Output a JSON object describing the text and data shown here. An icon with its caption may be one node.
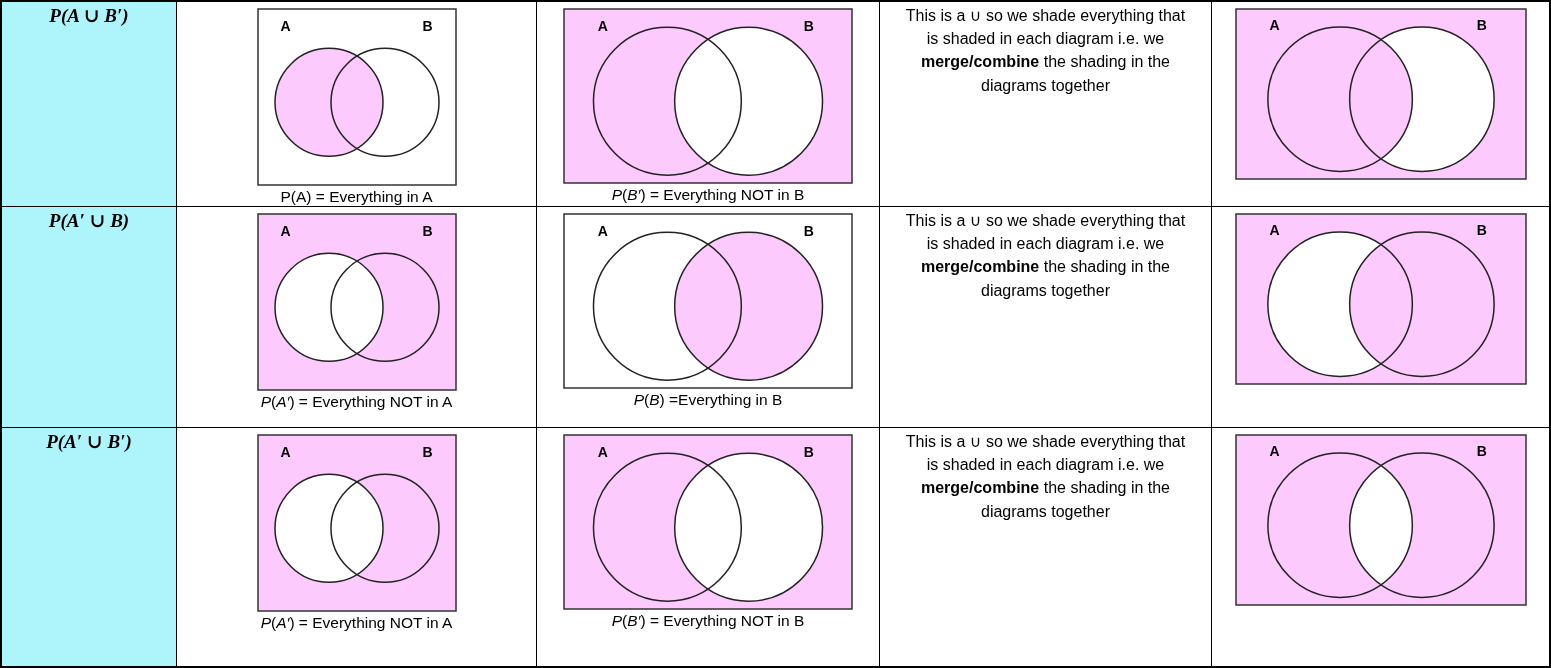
{
  "diagram": {
    "labels": [
      "P(A ∪ B′)",
      "A",
      "B",
      "P(A) = Everything in A",
      "A",
      "B",
      "*P*(*B′*) = Everything NOT in B",
      "This is a ∪ so we shade everything that is shaded in each diagram i.e. we **merge/combine** the shading in the diagrams together",
      "A",
      "B",
      "P(A′ ∪ B)",
      "A",
      "B",
      "*P*(*A′*) = Everything NOT in A",
      "A",
      "B",
      "*P*(*B*) =Everything in B",
      "This is a ∪ so we shade everything that is shaded in each diagram i.e. we **merge/combine** the shading in the diagrams together",
      "A",
      "B",
      "P(A′ ∪ B′)",
      "A",
      "B",
      "*P*(*A′*) = Everything NOT in A",
      "A",
      "B",
      "*P*(*B′*) = Everything NOT in B",
      "This is a ∪ so we shade everything that is shaded in each diagram i.e. we **merge/combine** the shading in the diagrams together",
      "A",
      "B"
    ]
  }
}
